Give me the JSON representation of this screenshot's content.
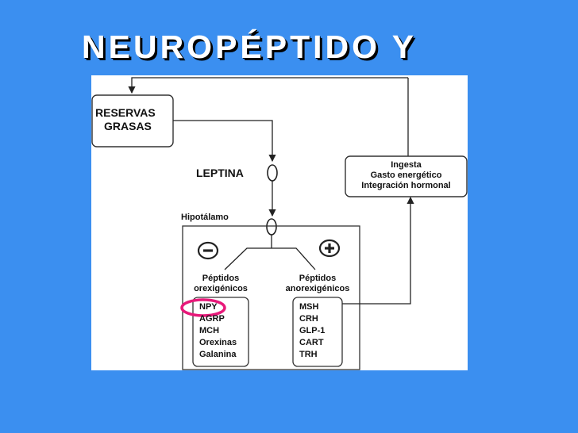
{
  "title": "NEUROPÉPTIDO Y",
  "diagram": {
    "reservas": [
      "RESERVAS",
      "GRASAS"
    ],
    "leptina": "LEPTINA",
    "ingesta": [
      "Ingesta",
      "Gasto energético",
      "Integración hormonal"
    ],
    "hipotalamo": "Hipotálamo",
    "minus_sign": "−",
    "plus_sign": "+",
    "orexigenic_label": [
      "Péptidos",
      "orexigénicos"
    ],
    "anorexigenic_label": [
      "Péptidos",
      "anorexigénicos"
    ],
    "orexigenic_list": [
      "NPY",
      "AGRP",
      "MCH",
      "Orexinas",
      "Galanina"
    ],
    "anorexigenic_list": [
      "MSH",
      "CRH",
      "GLP-1",
      "CART",
      "TRH"
    ],
    "highlight_color": "#e8197a"
  }
}
